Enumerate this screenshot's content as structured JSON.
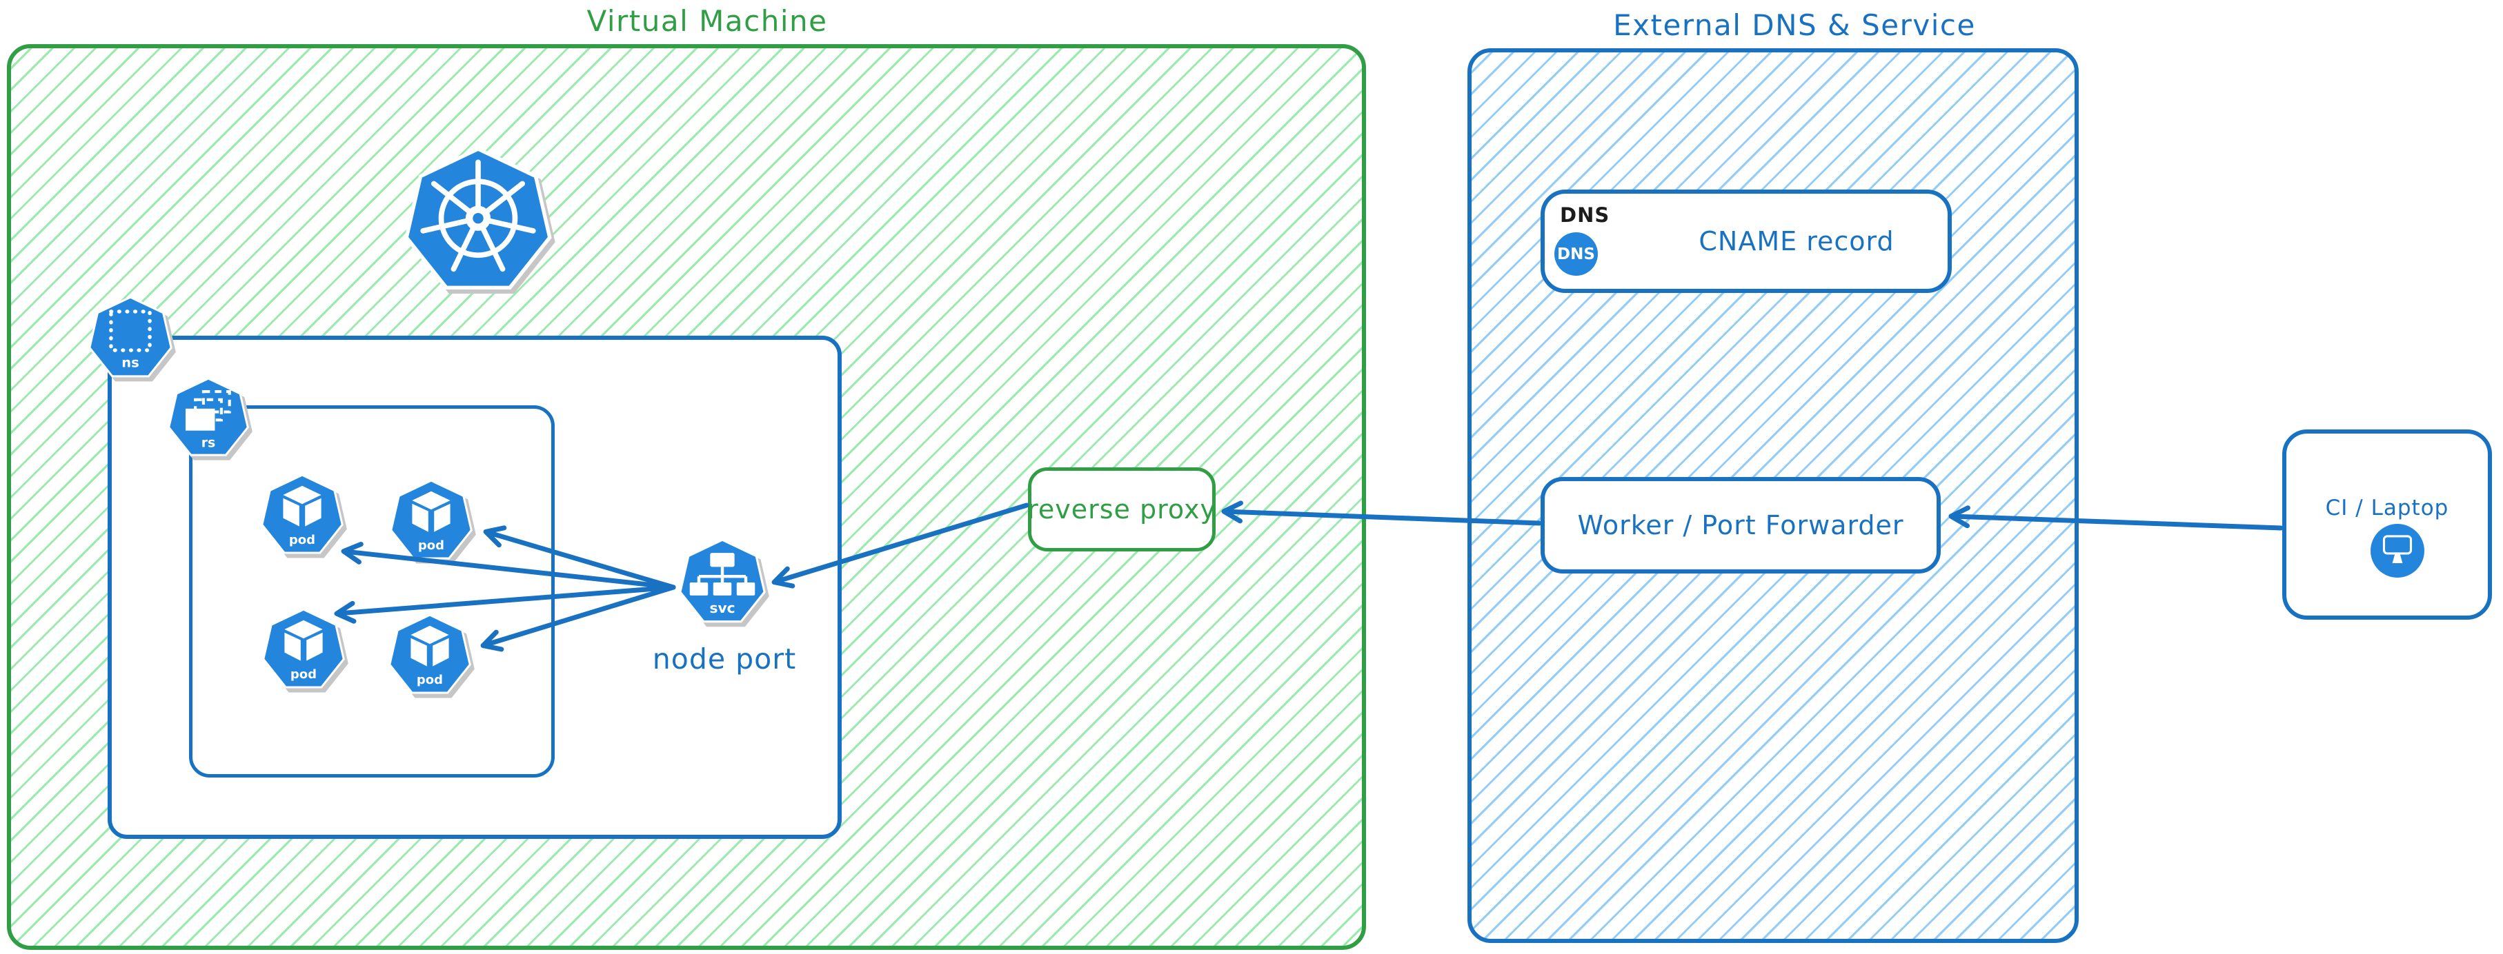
{
  "groups": {
    "vm": {
      "title": "Virtual Machine"
    },
    "external": {
      "title": "External DNS & Service"
    }
  },
  "nodes": {
    "namespace_label": "ns",
    "replicaset_label": "rs",
    "pod_labels": [
      "pod",
      "pod",
      "pod",
      "pod"
    ],
    "service_label": "svc",
    "node_port_caption": "node port",
    "reverse_proxy_label": "reverse proxy",
    "dns": {
      "heading": "DNS",
      "badge": "DNS",
      "label": "CNAME record"
    },
    "worker_label": "Worker / Port Forwarder",
    "ci_label": "CI / Laptop"
  },
  "edges": [
    {
      "from": "node-port-service",
      "to": "pod-1"
    },
    {
      "from": "node-port-service",
      "to": "pod-2"
    },
    {
      "from": "node-port-service",
      "to": "pod-3"
    },
    {
      "from": "node-port-service",
      "to": "pod-4"
    },
    {
      "from": "reverse-proxy",
      "to": "node-port-service"
    },
    {
      "from": "worker-port-forwarder",
      "to": "reverse-proxy"
    },
    {
      "from": "ci-laptop",
      "to": "worker-port-forwarder"
    }
  ],
  "colors": {
    "green_stroke": "#2f9e44",
    "green_hatch": "#9be9ad",
    "blue_stroke": "#1971c2",
    "blue_hatch": "#93ccf6",
    "icon_blue": "#2386dc"
  }
}
